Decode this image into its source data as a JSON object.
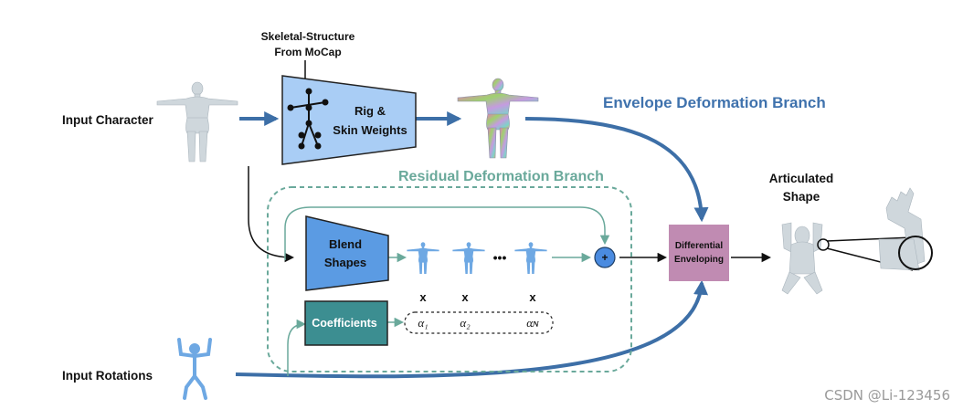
{
  "labels": {
    "skeletal_line1": "Skeletal-Structure",
    "skeletal_line2": "From MoCap",
    "input_character": "Input Character",
    "input_rotations": "Input Rotations",
    "rig_line1": "Rig  &",
    "rig_line2": "Skin Weights",
    "envelope_branch": "Envelope Deformation Branch",
    "residual_branch": "Residual Deformation Branch",
    "blend_line1": "Blend",
    "blend_line2": "Shapes",
    "coefficients": "Coefficients",
    "differential_line1": "Differential",
    "differential_line2": "Enveloping",
    "articulated_line1": "Articulated",
    "articulated_line2": "Shape",
    "times": "x",
    "dots": "•••",
    "plus": "+",
    "alpha_1": "α₁",
    "alpha_2": "α₂",
    "alpha_n": "αɴ",
    "watermark": "CSDN @Li-123456"
  },
  "colors": {
    "arrow_blue": "#3d6fa7",
    "branch_text_blue": "#3f72ad",
    "residual_teal": "#6aa99b",
    "rig_fill": "#a9cdf5",
    "blend_fill": "#5b9be3",
    "coef_fill": "#3c8e91",
    "diff_fill": "#c08bb2",
    "figure_gray": "#cfd7dc",
    "figure_blue": "#6ea8e3"
  }
}
